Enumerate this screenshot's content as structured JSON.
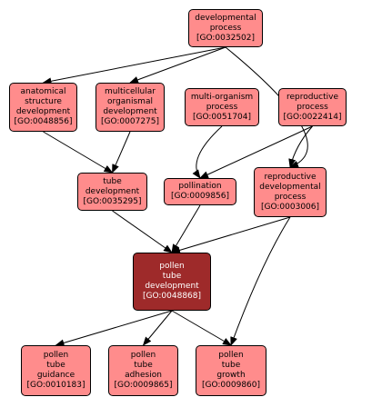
{
  "colors": {
    "node_fill": "#ff8c8c",
    "focus_fill": "#9e2a2a",
    "focus_text": "#ffffff",
    "edge": "#000000"
  },
  "nodes": [
    {
      "id": "n1",
      "lines": [
        "developmental",
        "process",
        "[GO:0032502]"
      ]
    },
    {
      "id": "n2",
      "lines": [
        "anatomical",
        "structure",
        "development",
        "[GO:0048856]"
      ]
    },
    {
      "id": "n3",
      "lines": [
        "multicellular",
        "organismal",
        "development",
        "[GO:0007275]"
      ]
    },
    {
      "id": "n4",
      "lines": [
        "multi-organism",
        "process",
        "[GO:0051704]"
      ]
    },
    {
      "id": "n5",
      "lines": [
        "reproductive",
        "process",
        "[GO:0022414]"
      ]
    },
    {
      "id": "n6",
      "lines": [
        "tube",
        "development",
        "[GO:0035295]"
      ]
    },
    {
      "id": "n7",
      "lines": [
        "pollination",
        "[GO:0009856]"
      ]
    },
    {
      "id": "n8",
      "lines": [
        "reproductive",
        "developmental",
        "process",
        "[GO:0003006]"
      ]
    },
    {
      "id": "n9",
      "lines": [
        "pollen",
        "tube",
        "development",
        "[GO:0048868]"
      ]
    },
    {
      "id": "n10",
      "lines": [
        "pollen",
        "tube",
        "guidance",
        "[GO:0010183]"
      ]
    },
    {
      "id": "n11",
      "lines": [
        "pollen",
        "tube",
        "adhesion",
        "[GO:0009865]"
      ]
    },
    {
      "id": "n12",
      "lines": [
        "pollen",
        "tube",
        "growth",
        "[GO:0009860]"
      ]
    }
  ],
  "edges": [
    {
      "from": "n1",
      "to": "n2"
    },
    {
      "from": "n1",
      "to": "n3"
    },
    {
      "from": "n1",
      "to": "n8"
    },
    {
      "from": "n2",
      "to": "n6"
    },
    {
      "from": "n3",
      "to": "n6"
    },
    {
      "from": "n4",
      "to": "n7"
    },
    {
      "from": "n5",
      "to": "n7"
    },
    {
      "from": "n5",
      "to": "n8"
    },
    {
      "from": "n6",
      "to": "n9"
    },
    {
      "from": "n7",
      "to": "n9"
    },
    {
      "from": "n8",
      "to": "n9"
    },
    {
      "from": "n8",
      "to": "n12"
    },
    {
      "from": "n9",
      "to": "n10"
    },
    {
      "from": "n9",
      "to": "n11"
    },
    {
      "from": "n9",
      "to": "n12"
    }
  ]
}
